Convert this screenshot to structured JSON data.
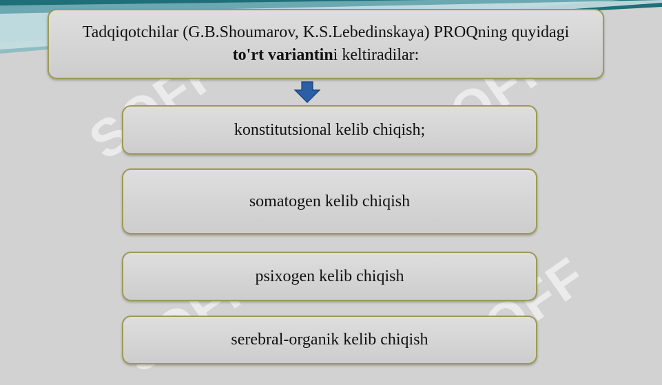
{
  "header": {
    "title_pre": "Tadqiqotchilar (G.B.Shoumarov, K.S.Lebedinskaya) PROQning quyidagi ",
    "title_bold": "to'rt variantin",
    "title_post": "i keltiradilar:"
  },
  "items": [
    {
      "label": "konstitutsional kelib chiqish;"
    },
    {
      "label": "somatogen kelib chiqish"
    },
    {
      "label": "psixogen kelib chiqish"
    },
    {
      "label": "serebral-organik kelib chiqish"
    }
  ],
  "watermark": {
    "text": "SOFF"
  },
  "colors": {
    "border": "#9c9a55",
    "arrow": "#2a5fa8",
    "background": "#d2d2d2"
  },
  "icons": {
    "connector": "down-arrow-icon",
    "logo": "watermark-logo"
  }
}
